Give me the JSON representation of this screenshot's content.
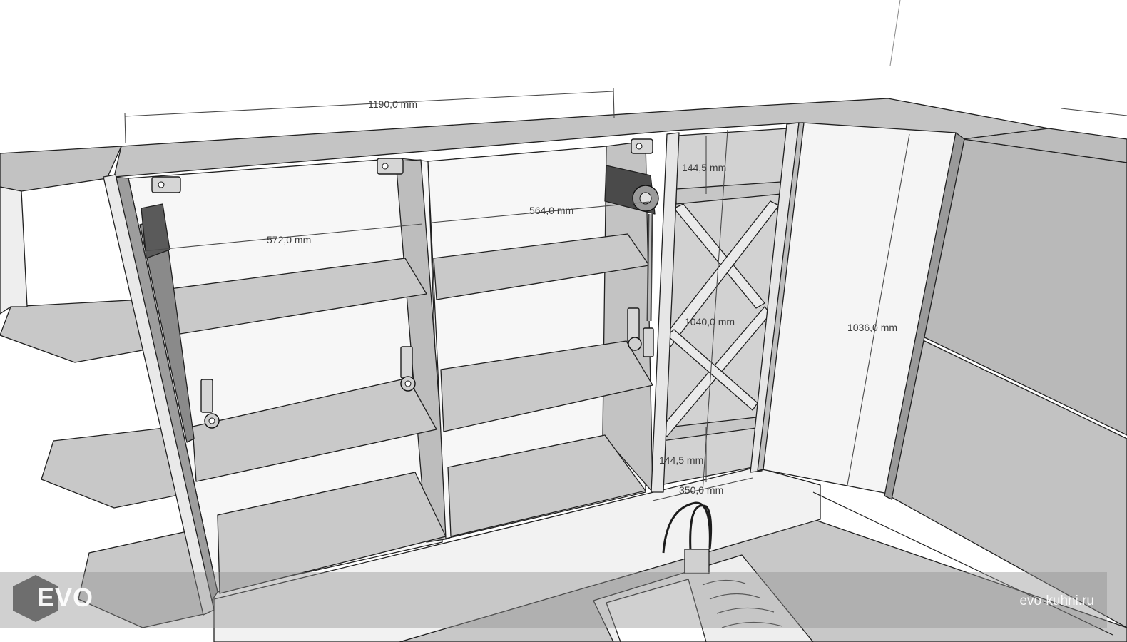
{
  "dimensions": {
    "total_width": "1190,0 mm",
    "left_section_width": "572,0 mm",
    "middle_section_width": "564,0 mm",
    "wine_rack_top_gap": "144,5 mm",
    "wine_rack_height": "1040,0 mm",
    "wine_rack_bottom_gap": "144,5 mm",
    "wine_rack_width": "350,0 mm",
    "door_height": "1036,0 mm"
  },
  "watermark": {
    "logo_text": "EVO",
    "site_url": "evo-kuhni.ru"
  },
  "colors": {
    "background": "#ffffff",
    "panel_light": "#cfcfcf",
    "panel_mid": "#bdbdbd",
    "panel_dark": "#8f8f8f",
    "line": "#202020",
    "watermark_band": "#8e8e8e",
    "logo_hex": "#6e6e6e"
  }
}
